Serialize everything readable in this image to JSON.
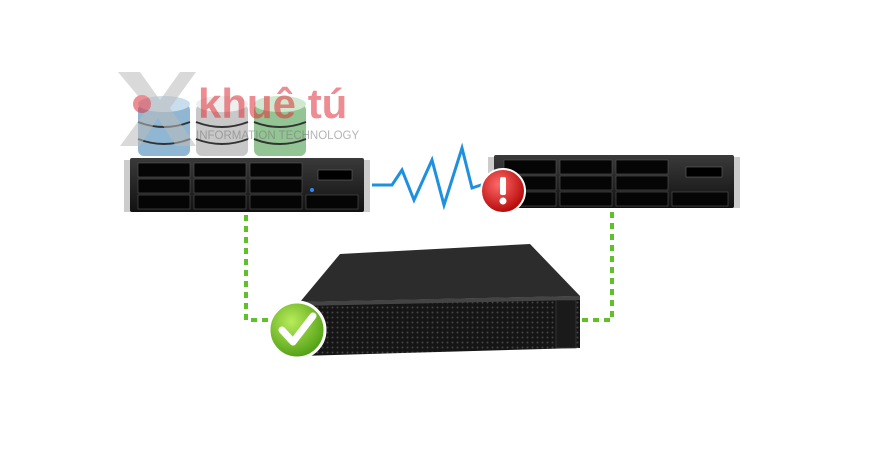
{
  "watermark": {
    "brand": "khuê tú",
    "tagline": "INFORMATION TECHNOLOGY",
    "color": "#e0303a"
  },
  "colors": {
    "link": "#1e90e0",
    "dashed": "#5fc02a",
    "ok": "#6cbc1e",
    "error": "#d81e1e"
  },
  "icons": [
    "database-icon",
    "check-icon",
    "error-icon"
  ],
  "databases": [
    {
      "name": "database-blue",
      "color": "#8fb7d3"
    },
    {
      "name": "database-silver",
      "color": "#c8c8c8"
    },
    {
      "name": "database-green",
      "color": "#93c493"
    }
  ]
}
